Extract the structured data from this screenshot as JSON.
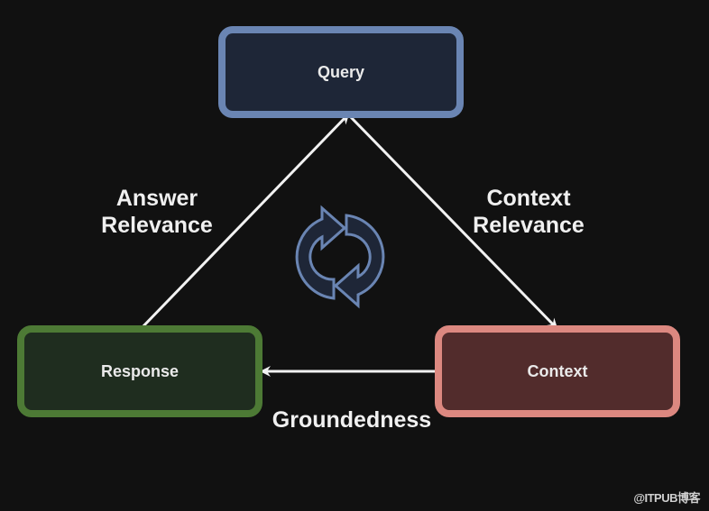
{
  "diagram": {
    "title": "RAG Triad",
    "nodes": [
      {
        "id": "query",
        "label": "Query",
        "fill": "#1e2637",
        "border": "#6a85b3"
      },
      {
        "id": "response",
        "label": "Response",
        "fill": "#1f2d1f",
        "border": "#4d7a35"
      },
      {
        "id": "context",
        "label": "Context",
        "fill": "#522c2c",
        "border": "#dc8880"
      }
    ],
    "edges": [
      {
        "from": "response",
        "to": "query",
        "label_lines": [
          "Answer",
          "Relevance"
        ]
      },
      {
        "from": "query",
        "to": "context",
        "label_lines": [
          "Context",
          "Relevance"
        ]
      },
      {
        "from": "context",
        "to": "response",
        "label_lines": [
          "Groundedness"
        ]
      }
    ],
    "center_icon": {
      "name": "cycle-arrows-icon",
      "fill": "#1e2637",
      "stroke": "#6a85b3"
    },
    "edge_color": "#f2f2f2",
    "background": "#111111"
  },
  "watermark": "@ITPUB博客"
}
